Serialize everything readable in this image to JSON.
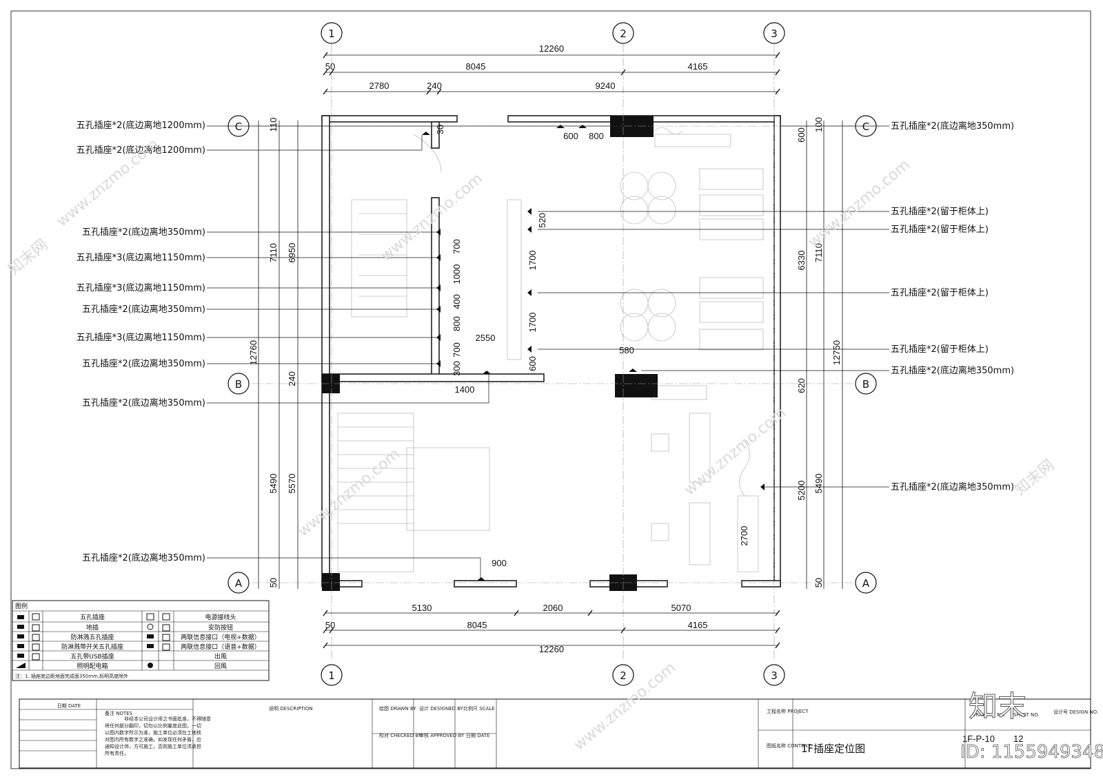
{
  "grid": {
    "columns": [
      "1",
      "2",
      "3"
    ],
    "rows": [
      "C",
      "B",
      "A"
    ]
  },
  "dimensions_top": {
    "total": "12260",
    "row2": [
      "50",
      "8045",
      "4165"
    ],
    "row3": [
      "2780",
      "240",
      "9240"
    ]
  },
  "dimensions_bottom": {
    "row1": [
      "5130",
      "2060",
      "5070"
    ],
    "row2": [
      "50",
      "8045",
      "4165"
    ],
    "total": "12260"
  },
  "dimensions_left": [
    "110",
    "7110",
    "6950",
    "12760",
    "240",
    "5490",
    "5570",
    "50"
  ],
  "dimensions_right": [
    "600",
    "100",
    "6330",
    "7110",
    "12750",
    "620",
    "5200",
    "5490",
    "50"
  ],
  "dimensions_inner": [
    "30",
    "600",
    "800",
    "520",
    "700",
    "1000",
    "400",
    "800",
    "700",
    "300",
    "1700",
    "1700",
    "600",
    "2550",
    "1400",
    "580",
    "2700",
    "900"
  ],
  "labels_left": [
    "五孔插座*2(底边离地1200mm)",
    "五孔插座*2(底边离地1200mm)",
    "五孔插座*2(底边离地350mm)",
    "五孔插座*3(底边离地1150mm)",
    "五孔插座*3(底边离地1150mm)",
    "五孔插座*2(底边离地350mm)",
    "五孔插座*3(底边离地1150mm)",
    "五孔插座*2(底边离地350mm)",
    "五孔插座*2(底边离地350mm)",
    "五孔插座*2(底边离地350mm)"
  ],
  "labels_right": [
    "五孔插座*2(底边离地350mm)",
    "五孔插座*2(留于柜体上)",
    "五孔插座*2(留于柜体上)",
    "五孔插座*2(留于柜体上)",
    "五孔插座*2(留于柜体上)",
    "五孔插座*2(底边离地350mm)",
    "五孔插座*2(底边离地350mm)"
  ],
  "legend": {
    "title": "图例",
    "left_items": [
      "五孔插座",
      "地插",
      "防淋溅五孔插座",
      "防淋溅带开关五孔插座",
      "五孔带USB插座",
      "照明配电箱"
    ],
    "right_items": [
      "电源接线头",
      "安防按钮",
      "两联信息接口（电视+数据）",
      "两联信息接口（语音+数据）",
      "出風",
      "回風"
    ],
    "note": "注：1. 插座底边距地面完成面350mm,标明高度除外"
  },
  "title_block": {
    "date_label": "日期 DATE",
    "notes_label": "备注  NOTES",
    "notes_text": [
      "非经本公司设计师之书面批准，不得随意",
      "将任何部分翻印，切勿以比例量度此图，一切",
      "以图内数字所示为准，施工单位必须在工地核",
      "对图内所有数字之准确，如发现任何矛盾，应",
      "通知设计师，方可施工，否则施工单位须承担",
      "所有责任。"
    ],
    "description_label": "说明   DESCRIPTION",
    "drawn_by": "绘图  DRAWN BY",
    "designed_by": "设计 DESIGNED BY",
    "scale": "比例尺  SCALE",
    "checked_by": "校对  CHECKED BY",
    "approved_by": "审核  APPROVED BY",
    "date2": "日期   DATE",
    "project": "工程名称 PROJECT",
    "content": "图纸名称 CONTENT",
    "drawing_title": "1F插座定位图",
    "drawing_no_label": "DRAWING NO.",
    "sheet_label": "SHEET NO.",
    "design_no_label": "设计号 DESIGN NO.",
    "drawing_no": "1F-P-10",
    "sheet_no": "12"
  },
  "watermark": {
    "site": "www.znzmo.com",
    "brand": "知末网",
    "logo": "知末",
    "id": "ID: 1155949348"
  }
}
